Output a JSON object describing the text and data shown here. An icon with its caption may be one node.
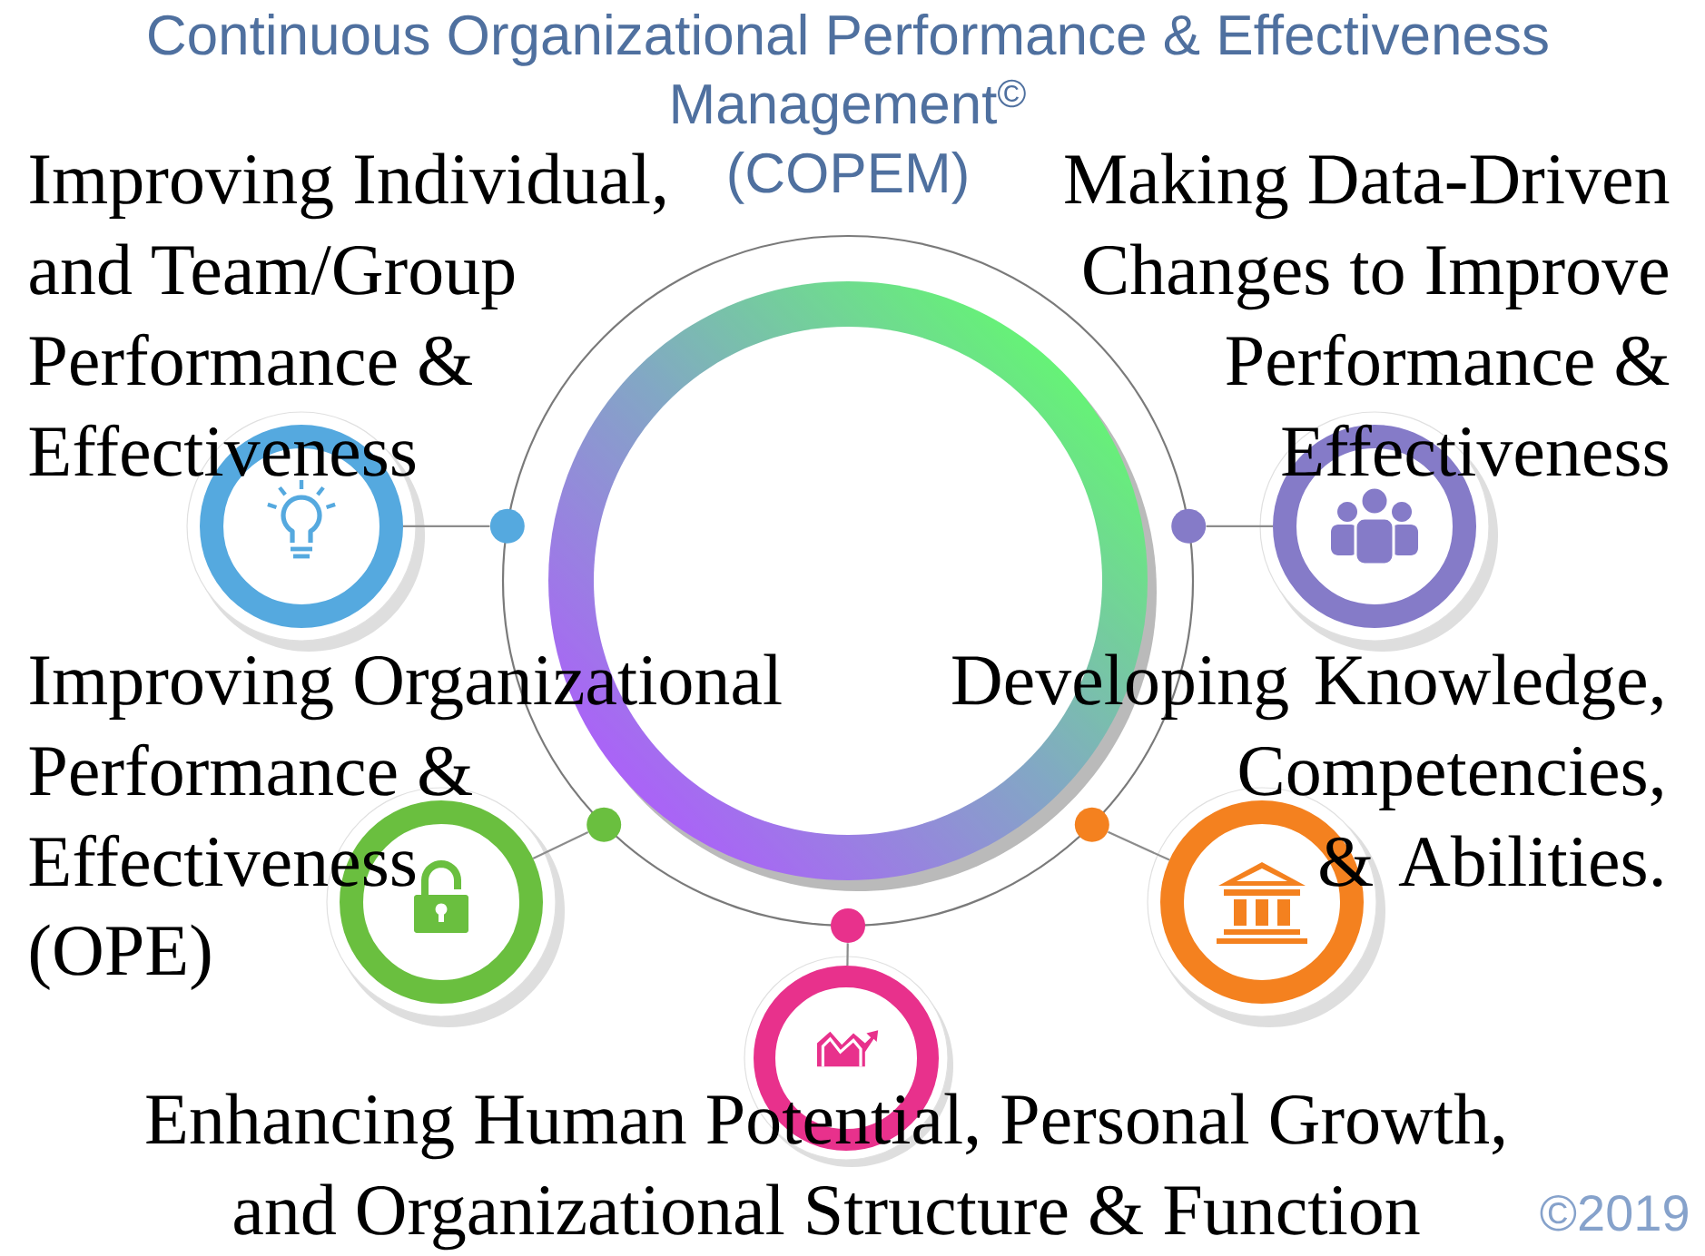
{
  "diagram": {
    "title": "Continuous Organizational Performance & Effectiveness Management$^{©}$",
    "nodes": [
      {
        "text": [],
        "shape": "circle",
        "beside": [
          "Improving Individual, and Team/Group Performance & Effectiveness"
        ]
      },
      {
        "text": [],
        "shape": "circle",
        "beside": [
          "Making Data-Driven Changes to Improve Performance & Effectiveness"
        ]
      },
      {
        "text": [],
        "shape": "circle",
        "beside": [
          "Improving Organizational Performance & Effectiveness",
          "(OPE)"
        ]
      },
      {
        "text": [],
        "shape": "circle",
        "beside": [
          "Developing Knowledge, Competencies, & Abilities."
        ]
      },
      {
        "text": [],
        "shape": "circle",
        "beside": [
          "Enhancing Human Potential, Personal Growth, and Organizational Structure & Function"
        ]
      },
      {
        "text": [],
        "shape": "circle"
      },
      {
        "text": [],
        "shape": "circle"
      },
      {
        "text": [],
        "shape": "circle"
      },
      {
        "text": [],
        "shape": "circle"
      },
      {
        "text": [],
        "shape": "circle"
      }
    ],
    "edges": [
      {
        "from": 5,
        "to": 0,
        "arrow": "none"
      },
      {
        "from": 6,
        "to": 1,
        "arrow": "none"
      },
      {
        "from": 7,
        "to": 2,
        "arrow": "none"
      },
      {
        "from": 8,
        "to": 3,
        "arrow": "none"
      },
      {
        "from": 9,
        "to": 4,
        "arrow": "none"
      }
    ],
    "labels": [
      "(COPEM)",
      "©2019"
    ]
  }
}
